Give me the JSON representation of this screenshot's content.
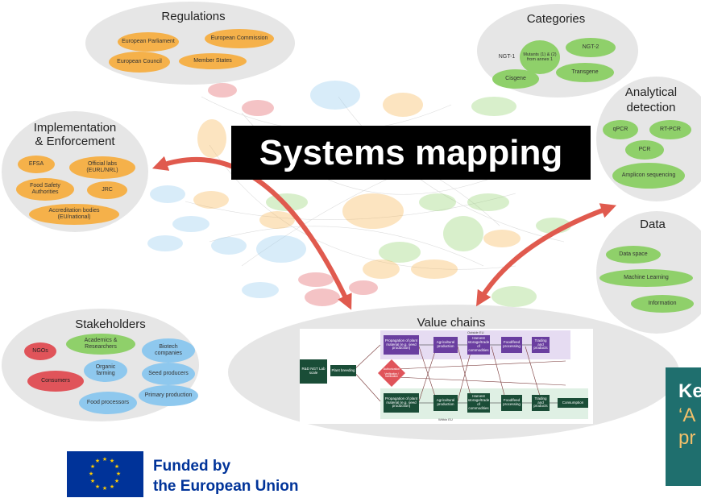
{
  "banner": {
    "title": "Systems mapping"
  },
  "regulations": {
    "title": "Regulations",
    "items": [
      "European Parliament",
      "European Commission",
      "European Council",
      "Member States"
    ]
  },
  "categories": {
    "title": "Categories",
    "items": [
      "NGT-1",
      "Mutants (1) & (2) from annex 1",
      "NGT-2",
      "Cisgene",
      "Transgene"
    ]
  },
  "implementation": {
    "title_line1": "Implementation",
    "title_line2": "& Enforcement",
    "items": [
      "EFSA",
      "Official labs (EURL/NRL)",
      "Food Safety Authorities",
      "JRC",
      "Accreditation bodies (EU/national)"
    ]
  },
  "analytical": {
    "title_line1": "Analytical",
    "title_line2": "detection",
    "items": [
      "qPCR",
      "RT-PCR",
      "PCR",
      "Amplicon sequencing"
    ]
  },
  "data_bubble": {
    "title": "Data",
    "items": [
      "Data space",
      "Machine Learning",
      "Information"
    ]
  },
  "stakeholders": {
    "title": "Stakeholders",
    "items": [
      "NGOs",
      "Academics & Researchers",
      "Biotech companies",
      "Organic farming",
      "Seed producers",
      "Consumers",
      "Primary production",
      "Food processors"
    ]
  },
  "value_chains": {
    "title": "Value chains",
    "outside_label": "Outside EU",
    "within_label": "Within EU",
    "rnd": "R&D NGT Lab scale",
    "plant_breeding": "Plant breeding",
    "authorization": "Authorization",
    "verification": "Verification / Notification",
    "top_row": [
      "Propagation of plant material (e.g. seed production)",
      "Agricultural production",
      "Harvest storage/trade of commodities",
      "Food/feed processing",
      "Trading and products"
    ],
    "bottom_row": [
      "Propagation of plant material (e.g. seed production)",
      "Agricultural production",
      "Harvest storage/trade of commodities",
      "Food/feed processing",
      "Trading and products"
    ],
    "consumption": "Consumption"
  },
  "footer": {
    "funded_line1": "Funded by",
    "funded_line2": "the European Union"
  },
  "teal_box": {
    "line1": "Ke",
    "line2": "‘A",
    "line3": "pr"
  },
  "colors": {
    "orange": "#f5b14a",
    "green": "#8fd06a",
    "red": "#e0545a",
    "blue": "#8ec8ee",
    "arrow": "#e05a4e",
    "eu_blue": "#003399",
    "teal": "#1f6f6e"
  }
}
